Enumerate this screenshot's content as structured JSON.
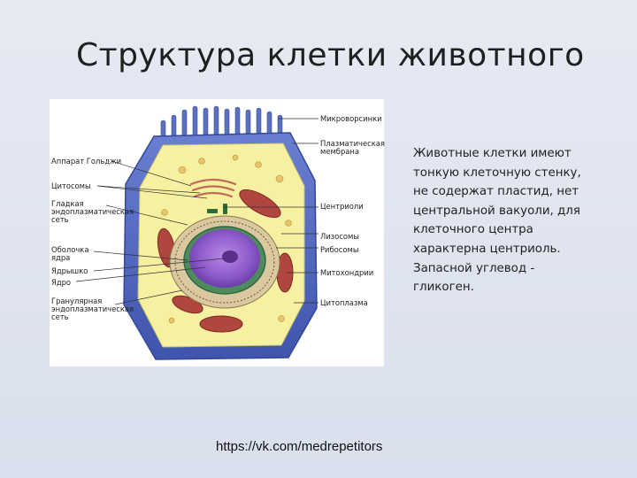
{
  "slide": {
    "title": "Структура клетки животного",
    "description": "Животные клетки имеют\nтонкую клеточную стенку,\nне содержат пластид, нет\nцентральной вакуоли, для\nклеточного центра\nхарактерна центриоль.\nЗапасной углевод  -\nгликоген.",
    "source_url": "https://vk.com/medrepetitors"
  },
  "diagram": {
    "labels_right": [
      "Микроворсинки",
      "Плазматическая",
      "мембрана",
      "Центриоли",
      "Лизосомы",
      "Рибосомы",
      "Митохондрии",
      "Цитоплазма"
    ],
    "labels_left": [
      "Аппарат Гольджи",
      "Цитосомы",
      "Гладкая",
      "эндоплазматическая",
      "сеть",
      "Оболочка",
      "ядра",
      "Ядрышко",
      "Ядро",
      "Гранулярная",
      "эндоплазматическая",
      "сеть"
    ],
    "colors": {
      "cell_wall": "#4d63b8",
      "cytoplasm": "#f6f1a0",
      "nucleus": "#8a58c8",
      "mitochondria": "#b0463e",
      "microvilli": "#5a70c0"
    }
  }
}
